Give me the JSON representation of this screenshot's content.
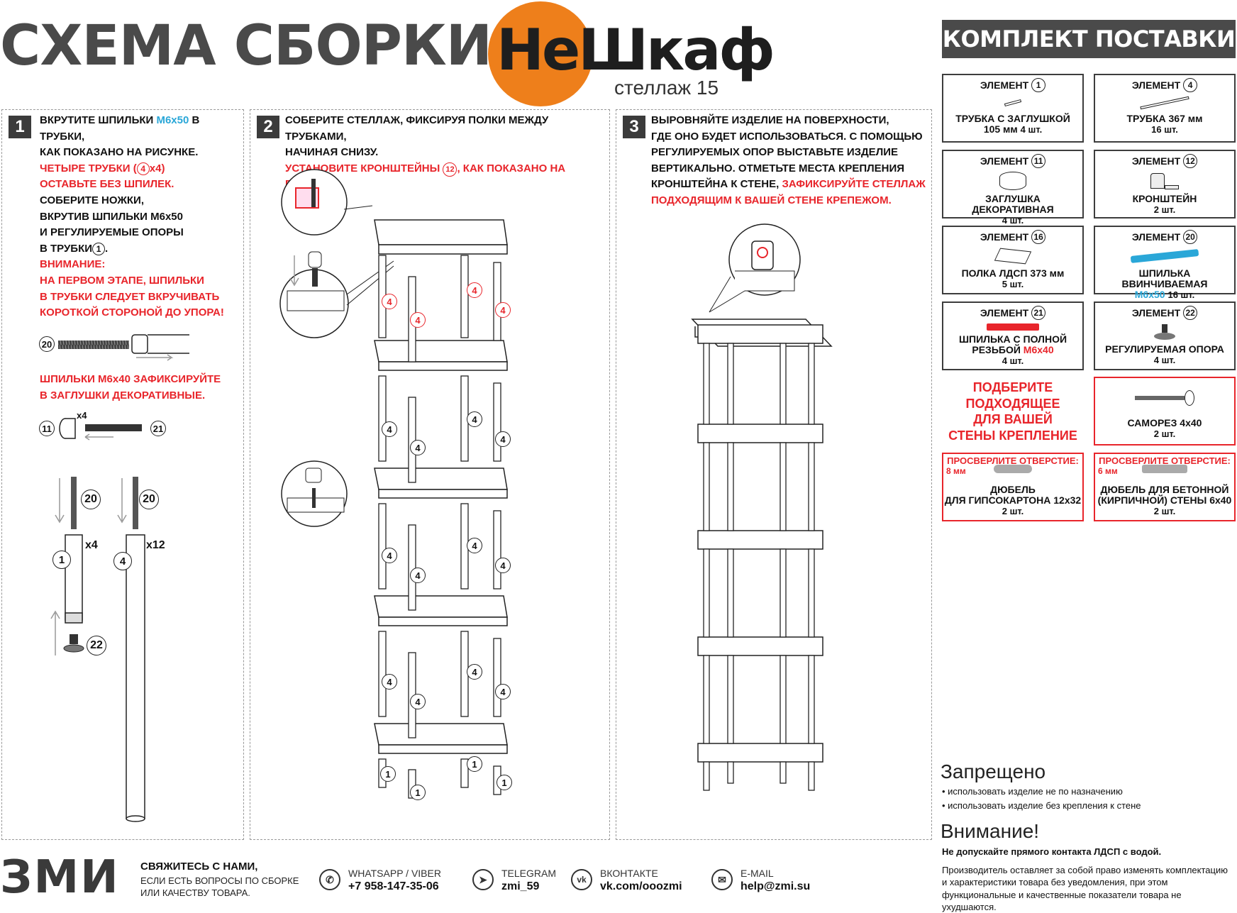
{
  "header": {
    "title": "СХЕМА СБОРКИ",
    "brand": "НеШкаф",
    "model": "стеллаж 15"
  },
  "step1": {
    "num": "1",
    "lines": [
      {
        "t": "ВКРУТИТЕ ШПИЛЬКИ ",
        "c": ""
      },
      {
        "t": "М6х50",
        "c": "blue"
      },
      {
        "t": " В ТРУБКИ,",
        "c": ""
      }
    ],
    "line2": "КАК ПОКАЗАНО НА РИСУНКЕ.",
    "line3a": "ЧЕТЫРЕ ТРУБКИ (",
    "line3b": "4",
    "line3c": "х4)",
    "line4": "ОСТАВЬТЕ БЕЗ ШПИЛЕК.",
    "line5": "СОБЕРИТЕ НОЖКИ,",
    "line6": "ВКРУТИВ ШПИЛЬКИ М6х50",
    "line7": "И РЕГУЛИРУЕМЫЕ ОПОРЫ",
    "line8a": "В ТРУБКИ",
    "line8b": "1",
    "line8c": ".",
    "warn1": "ВНИМАНИЕ:",
    "warn2": "НА ПЕРВОМ ЭТАПЕ, ШПИЛЬКИ",
    "warn3": "В ТРУБКИ СЛЕДУЕТ ВКРУЧИВАТЬ",
    "warn4": "КОРОТКОЙ СТОРОНОЙ ДО УПОРА!",
    "fix1": "ШПИЛЬКИ М6х40 ЗАФИКСИРУЙТЕ",
    "fix2": "В ЗАГЛУШКИ ДЕКОРАТИВНЫЕ.",
    "label20a": "20",
    "label11": "11",
    "label21": "21",
    "x4a": "х4",
    "label20b": "20",
    "label20c": "20",
    "label1": "1",
    "x4b": "х4",
    "label4": "4",
    "x12": "х12",
    "label22": "22"
  },
  "step2": {
    "num": "2",
    "line1": "СОБЕРИТЕ СТЕЛЛАЖ, ФИКСИРУЯ ПОЛКИ МЕЖДУ ТРУБКАМИ,",
    "line2": "НАЧИНАЯ СНИЗУ.",
    "line3a": "УСТАНОВИТЕ КРОНШТЕЙНЫ ",
    "line3b": "12",
    "line3c": ", КАК ПОКАЗАНО НА РИСУНКЕ.",
    "tube_label": "4",
    "leg_label": "1"
  },
  "step3": {
    "num": "3",
    "line1": "ВЫРОВНЯЙТЕ ИЗДЕЛИЕ НА ПОВЕРХНОСТИ,",
    "line2": "ГДЕ ОНО БУДЕТ ИСПОЛЬЗОВАТЬСЯ. С ПОМОЩЬЮ",
    "line3": "РЕГУЛИРУЕМЫХ ОПОР ВЫСТАВЬТЕ ИЗДЕЛИЕ",
    "line4": "ВЕРТИКАЛЬНО. ОТМЕТЬТЕ МЕСТА КРЕПЛЕНИЯ",
    "line5a": "КРОНШТЕЙНА К СТЕНЕ, ",
    "line5b": "ЗАФИКСИРУЙТЕ СТЕЛЛАЖ",
    "line6": "ПОДХОДЯЩИМ К ВАШЕЙ СТЕНЕ КРЕПЕЖОМ."
  },
  "kit": {
    "header": "КОМПЛЕКТ ПОСТАВКИ",
    "element_word": "ЭЛЕМЕНТ",
    "items": [
      {
        "num": "1",
        "name1": "ТРУБКА С ЗАГЛУШКОЙ",
        "name2": "105 мм",
        "qty": "4 шт."
      },
      {
        "num": "4",
        "name1": "ТРУБКА 367 мм",
        "name2": "",
        "qty": "16 шт."
      },
      {
        "num": "11",
        "name1": "ЗАГЛУШКА ДЕКОРАТИВНАЯ",
        "name2": "",
        "qty": "4 шт."
      },
      {
        "num": "12",
        "name1": "КРОНШТЕЙН",
        "name2": "",
        "qty": "2 шт."
      },
      {
        "num": "16",
        "name1": "ПОЛКА ЛДСП 373 мм",
        "name2": "",
        "qty": "5 шт."
      },
      {
        "num": "20",
        "name1": "ШПИЛЬКА ВВИНЧИВАЕМАЯ",
        "name2": "М6х50",
        "qty": "16 шт."
      },
      {
        "num": "21",
        "name1": "ШПИЛЬКА С ПОЛНОЙ",
        "name2": "РЕЗЬБОЙ",
        "name3": "М6х40",
        "qty": "4 шт."
      },
      {
        "num": "22",
        "name1": "РЕГУЛИРУЕМАЯ ОПОРА",
        "name2": "",
        "qty": "4 шт."
      }
    ],
    "choose": [
      "ПОДБЕРИТЕ",
      "ПОДХОДЯЩЕЕ",
      "ДЛЯ ВАШЕЙ",
      "СТЕНЫ КРЕПЛЕНИЕ"
    ],
    "screw": {
      "name": "САМОРЕЗ 4х40",
      "qty": "2 шт."
    },
    "dowel1": {
      "drill": "ПРОСВЕРЛИТЕ ОТВЕРСТИЕ:",
      "size": "8 мм",
      "name1": "ДЮБЕЛЬ",
      "name2": "ДЛЯ ГИПСОКАРТОНА 12х32",
      "qty": "2 шт."
    },
    "dowel2": {
      "drill": "ПРОСВЕРЛИТЕ ОТВЕРСТИЕ:",
      "size": "6 мм",
      "name1": "ДЮБЕЛЬ ДЛЯ БЕТОННОЙ",
      "name2": "(КИРПИЧНОЙ) СТЕНЫ 6х40",
      "qty": "2 шт."
    }
  },
  "forbidden": {
    "title": "Запрещено",
    "items": [
      "использовать изделие не по назначению",
      "использовать изделие без крепления к стене"
    ]
  },
  "attention": {
    "title": "Внимание!",
    "bold": "Не допускайте прямого контакта ЛДСП с водой.",
    "text1": "Производитель оставляет за собой право изменять комплектацию",
    "text2": "и характеристики товара без уведомления, при этом",
    "text3": "функциональные и качественные показатели товара не ухудшаются."
  },
  "footer": {
    "logo": "ЗМИ",
    "contact_title": "СВЯЖИТЕСЬ С НАМИ,",
    "contact_sub1": "ЕСЛИ ЕСТЬ ВОПРОСЫ ПО СБОРКЕ",
    "contact_sub2": "ИЛИ КАЧЕСТВУ ТОВАРА.",
    "whatsapp_label": "WHATSAPP / VIBER",
    "whatsapp_val": "+7 958-147-35-06",
    "telegram_label": "TELEGRAM",
    "telegram_val": "zmi_59",
    "vk_label": "ВКОНТАКТЕ",
    "vk_val": "vk.com/ooozmi",
    "email_label": "E-MAIL",
    "email_val": "help@zmi.su"
  }
}
